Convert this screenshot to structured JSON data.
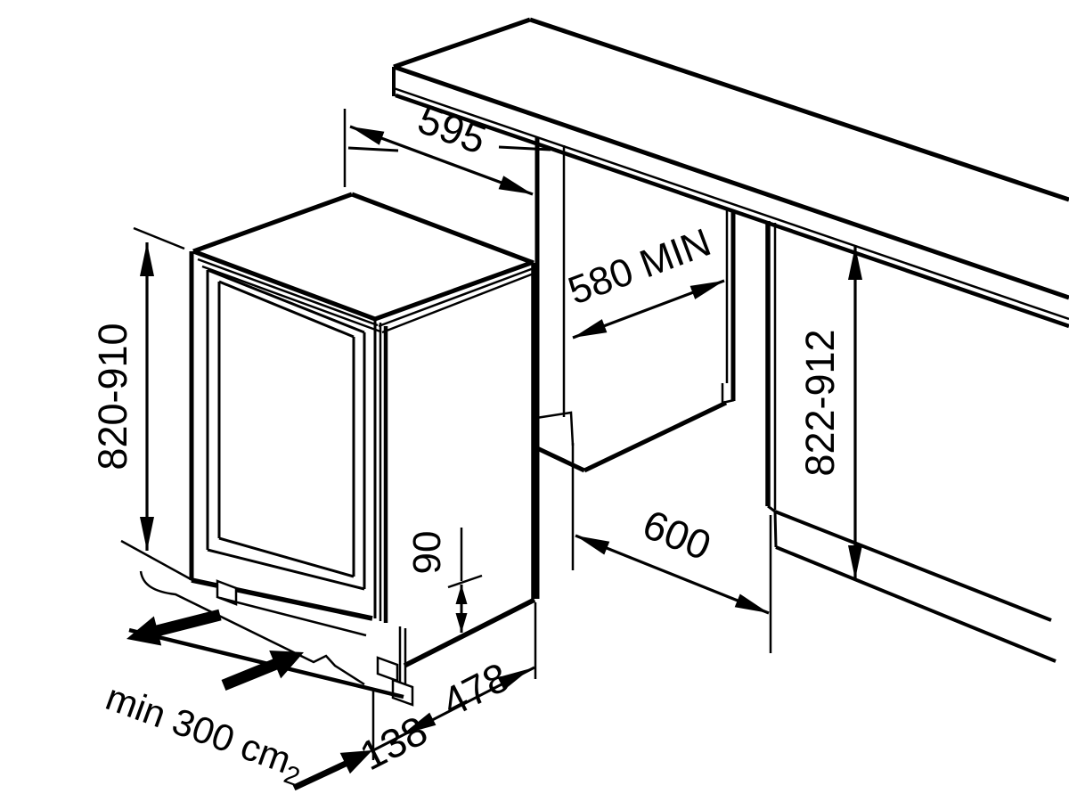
{
  "diagram": {
    "background": "#ffffff",
    "stroke_color": "#000000",
    "labels": {
      "recess_width": "595",
      "recess_depth_min": "580 MIN",
      "appliance_height_range": "820-910",
      "recess_height_range": "822-912",
      "worktop_depth": "600",
      "plinth_height": "90",
      "base_depth": "478",
      "plinth_recess_depth": "138",
      "vent_area_min": "min 300 cm",
      "vent_area_exponent": "2"
    }
  }
}
